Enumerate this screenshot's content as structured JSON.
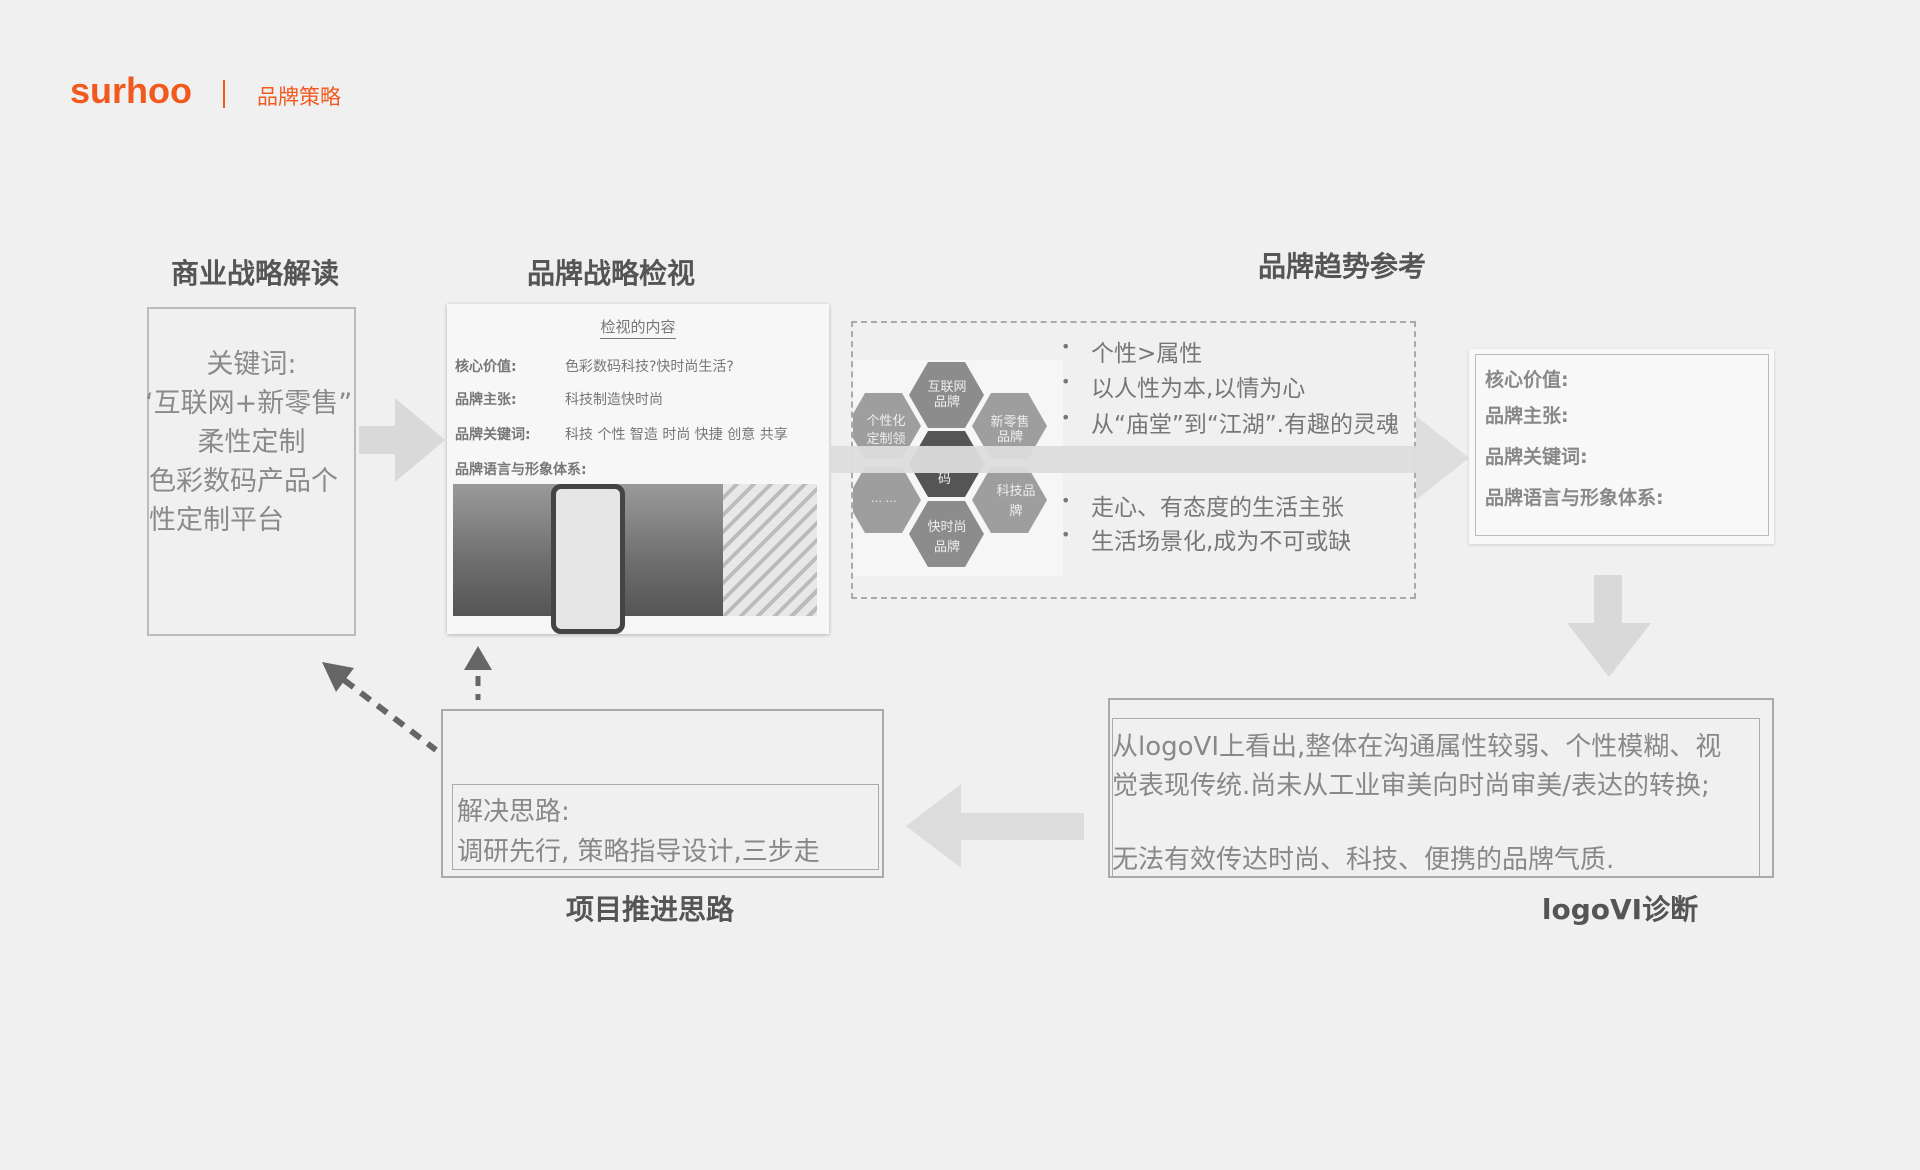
{
  "header": {
    "logo": "surhoo",
    "section": "品牌策略"
  },
  "business": {
    "title": "商业战略解读",
    "lines": [
      "关键词:",
      "‘互联网+新零售”",
      "柔性定制",
      "色彩数码产品个",
      "性定制平台"
    ]
  },
  "review": {
    "title": "品牌战略检视",
    "heading": "检视的内容",
    "rows": [
      {
        "label": "核心价值:",
        "value": "色彩数码科技?快时尚生活?"
      },
      {
        "label": "品牌主张:",
        "value": "科技制造快时尚"
      },
      {
        "label": "品牌关键词:",
        "value": "科技 个性 智造 时尚 快捷 创意 共享"
      }
    ],
    "system_label": "品牌语言与形象体系:"
  },
  "trend": {
    "title": "品牌趋势参考",
    "hexes": [
      "互联网品牌",
      "个性化定制领",
      "新零售品牌",
      "码",
      "科技品牌",
      "快时尚品牌",
      "… …"
    ],
    "bullets": [
      "个性>属性",
      "以人性为本,以情为心",
      "从“庙堂”到“江湖”.有趣的灵魂",
      "走心、有态度的生活主张",
      "生活场景化,成为不可或缺"
    ]
  },
  "output": {
    "rows": [
      "核心价值:",
      "品牌主张:",
      "品牌关键词:",
      "品牌语言与形象体系:"
    ]
  },
  "logovi": {
    "title": "logoVI诊断",
    "lines": [
      "从logoVI上看出,整体在沟通属性较弱、个性模糊、视",
      "觉表现传统.尚未从工业审美向时尚审美/表达的转换;",
      "无法有效传达时尚、科技、便携的品牌气质."
    ]
  },
  "project": {
    "title": "项目推进思路",
    "lines": [
      "解决思路:",
      "调研先行, 策略指导设计,三步走"
    ]
  }
}
